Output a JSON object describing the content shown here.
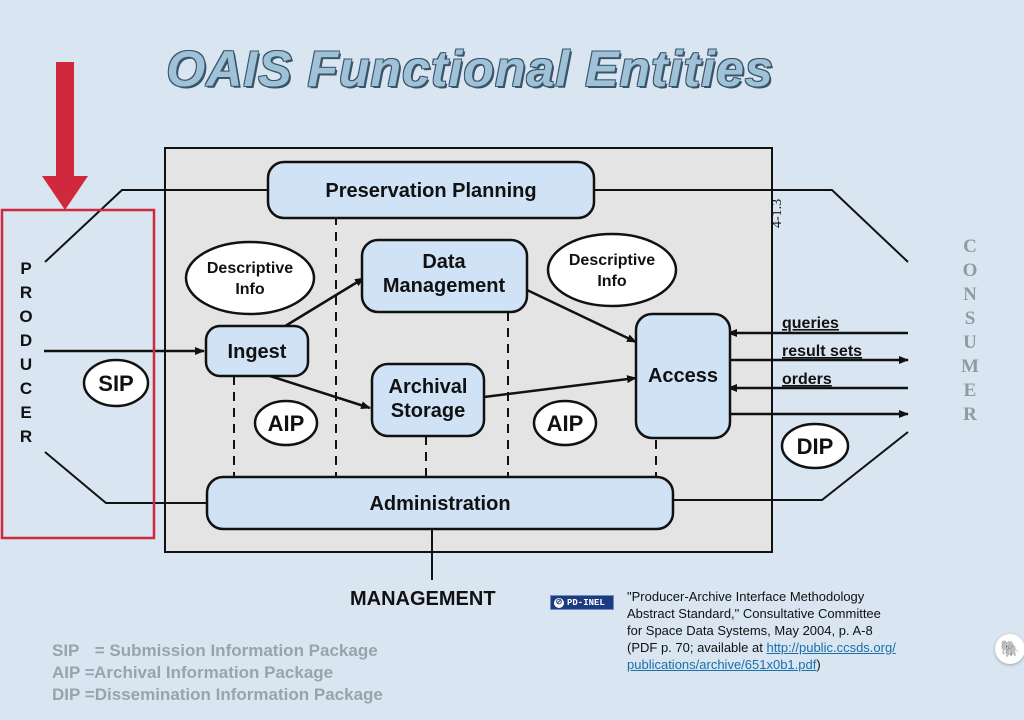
{
  "title": "OAIS Functional Entities",
  "producer_letters": [
    "P",
    "R",
    "O",
    "D",
    "U",
    "C",
    "E",
    "R"
  ],
  "consumer_letters": [
    "C",
    "O",
    "N",
    "S",
    "U",
    "M",
    "E",
    "R"
  ],
  "entities": {
    "preservation_planning": "Preservation Planning",
    "data_management_1": "Data",
    "data_management_2": "Management",
    "ingest": "Ingest",
    "archival_storage_1": "Archival",
    "archival_storage_2": "Storage",
    "access": "Access",
    "administration": "Administration"
  },
  "ovals": {
    "descriptive_info_left_1": "Descriptive",
    "descriptive_info_left_2": "Info",
    "descriptive_info_right_1": "Descriptive",
    "descriptive_info_right_2": "Info",
    "sip": "SIP",
    "aip_left": "AIP",
    "aip_right": "AIP",
    "dip": "DIP"
  },
  "flows": {
    "queries": "queries",
    "result_sets": "result sets",
    "orders": "orders"
  },
  "figure_code": "4-1.3",
  "management": "MANAGEMENT",
  "license_badge": "PD-INEL",
  "citation": {
    "line1": "\"Producer-Archive Interface Methodology",
    "line2": "Abstract Standard,\" Consultative Committee",
    "line3": "for Space Data Systems, May 2004, p. A-8",
    "line4_prefix": "(PDF p. 70; available at ",
    "link_part1": "http://public.ccsds.org/",
    "link_part2": "publications/archive/651x0b1.pdf",
    "line5_suffix": ")"
  },
  "legend": [
    {
      "abbr": "SIP",
      "text": "= Submission Information Package"
    },
    {
      "abbr": "AIP =",
      "text": "Archival Information Package"
    },
    {
      "abbr": "DIP =",
      "text": "Dissemination Information Package"
    }
  ],
  "colors": {
    "box_fill": "#cfe2f6",
    "highlight_red": "#d0283c",
    "background": "#d9e6f2"
  }
}
